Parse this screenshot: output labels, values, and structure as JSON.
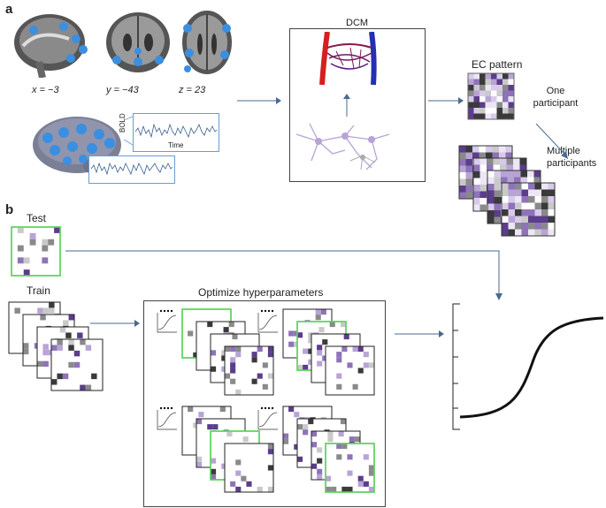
{
  "panel_a": {
    "letter": "a",
    "slices": [
      "x = −3",
      "y = −43",
      "z = 23"
    ],
    "bold_label": "BOLD",
    "time_label": "Time",
    "dcm_label": "DCM",
    "ec_pattern_label": "EC pattern",
    "one_participant": "One participant",
    "multiple_participants": "Multiple participants"
  },
  "panel_b": {
    "letter": "b",
    "test_label": "Test",
    "train_label": "Train",
    "optimize_label": "Optimize hyperparameters"
  },
  "colors": {
    "accent_green": "#5fd35f",
    "purple_dark": "#5b3d8a",
    "purple_light": "#b8a3d6",
    "arrow_blue": "#4a6a8f",
    "node_blue": "#3b8fe0"
  },
  "icons": {
    "brain_sagittal": "brain-sagittal-icon",
    "brain_coronal": "brain-coronal-icon",
    "brain_axial": "brain-axial-icon",
    "brain_3d": "brain-3d-icon",
    "neurons": "neuron-network-icon",
    "vessels": "vasculature-icon",
    "sigmoid": "sigmoid-curve-icon"
  }
}
